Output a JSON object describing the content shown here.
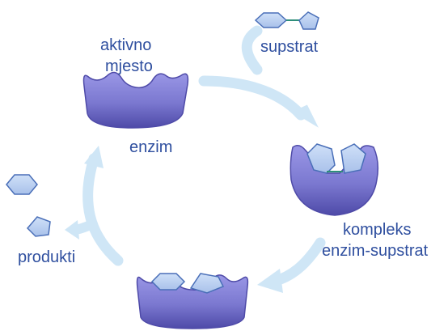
{
  "labels": {
    "active_site_line1": "aktivno",
    "active_site_line2": "mjesto",
    "substrate": "supstrat",
    "enzyme": "enzim",
    "complex_line1": "kompleks",
    "complex_line2": "enzim-supstrat",
    "products": "produkti"
  },
  "colors": {
    "enzyme_fill": "#7b78d0",
    "enzyme_dark": "#4e4aa8",
    "molecule_fill": "#b7cdf0",
    "molecule_stroke": "#4a6fb8",
    "arrow": "#cfe6f6",
    "text": "#2f4f9f",
    "bond": "#2e8f7a"
  }
}
